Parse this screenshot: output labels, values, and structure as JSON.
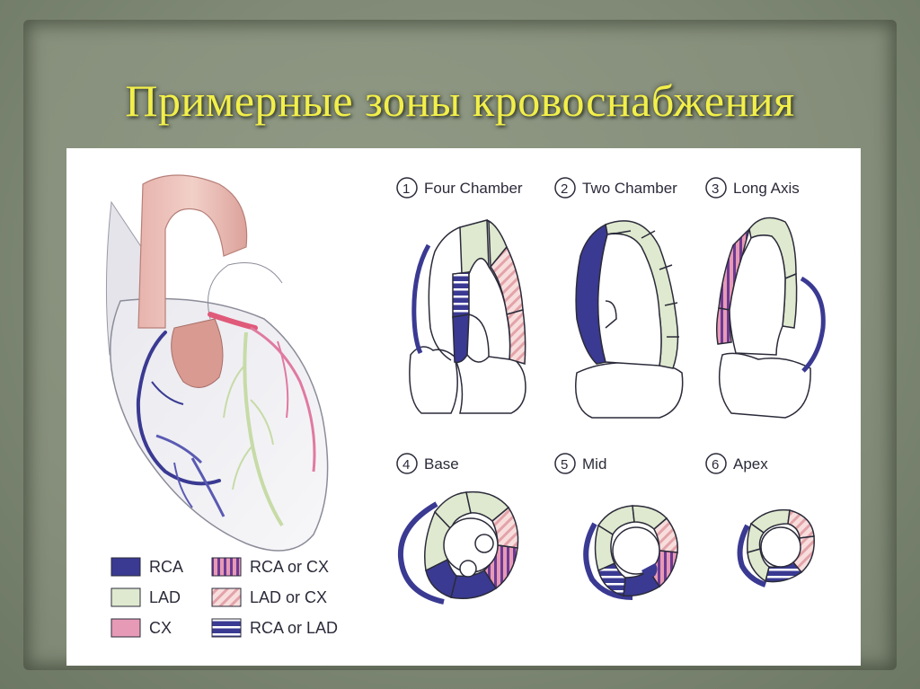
{
  "title": "Примерные зоны кровоснабжения",
  "colors": {
    "rca": "#3a3a93",
    "lad": "#dfe9cf",
    "cx": "#e79ab5",
    "title": "#f2ef4a"
  },
  "views": [
    {
      "num": "1",
      "label": "Four Chamber"
    },
    {
      "num": "2",
      "label": "Two Chamber"
    },
    {
      "num": "3",
      "label": "Long Axis"
    },
    {
      "num": "4",
      "label": "Base"
    },
    {
      "num": "5",
      "label": "Mid"
    },
    {
      "num": "6",
      "label": "Apex"
    }
  ],
  "legend": [
    {
      "label": "RCA",
      "pattern": "solid-rca"
    },
    {
      "label": "LAD",
      "pattern": "solid-lad"
    },
    {
      "label": "CX",
      "pattern": "solid-cx"
    },
    {
      "label": "RCA or CX",
      "pattern": "vstripe-rca-cx"
    },
    {
      "label": "LAD or CX",
      "pattern": "diag-lad-cx"
    },
    {
      "label": "RCA or LAD",
      "pattern": "hstripe-rca-lad"
    }
  ]
}
